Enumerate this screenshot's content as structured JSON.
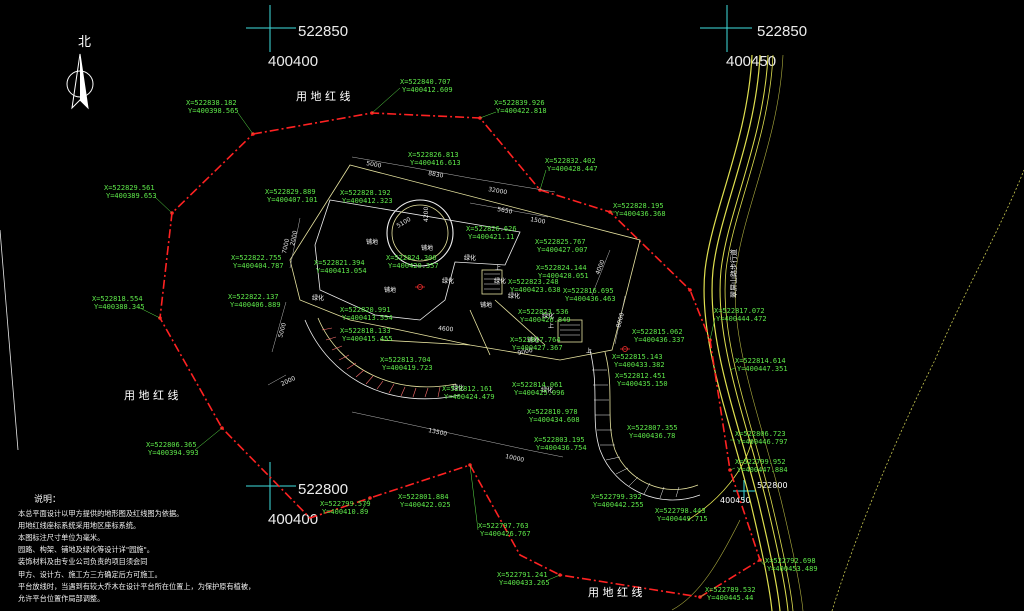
{
  "compass": {
    "label": "北"
  },
  "grid_marks": [
    {
      "x_value": "522850",
      "y_value": "400400"
    },
    {
      "x_value": "522850",
      "y_value": "400450"
    },
    {
      "x_value": "522800",
      "y_value": "400400"
    }
  ],
  "small_grid_marks": [
    {
      "x_value": "522800",
      "y_value": "400450"
    }
  ],
  "boundary_labels": [
    "用 地 红 线",
    "用 地 红 线",
    "用 地 红 线"
  ],
  "road_label": "翠屏山路步行道",
  "boundary_points": [
    {
      "x": "X=522840.707",
      "y": "Y=400412.609"
    },
    {
      "x": "X=522838.182",
      "y": "Y=400398.565"
    },
    {
      "x": "X=522839.926",
      "y": "Y=400422.818"
    },
    {
      "x": "X=522832.402",
      "y": "Y=400428.447"
    },
    {
      "x": "X=522829.561",
      "y": "Y=400389.653"
    },
    {
      "x": "X=522828.195",
      "y": "Y=400436.368"
    },
    {
      "x": "X=522818.554",
      "y": "Y=400388.345"
    },
    {
      "x": "X=522817.072",
      "y": "Y=400444.472"
    },
    {
      "x": "X=522814.614",
      "y": "Y=400447.351"
    },
    {
      "x": "X=522806.365",
      "y": "Y=400394.993"
    },
    {
      "x": "X=522806.723",
      "y": "Y=400446.797"
    },
    {
      "x": "X=522799.952",
      "y": "Y=400447.884"
    },
    {
      "x": "X=522799.579",
      "y": "Y=400410.89"
    },
    {
      "x": "X=522797.763",
      "y": "Y=400426.767"
    },
    {
      "x": "X=522792.698",
      "y": "Y=400453.489"
    },
    {
      "x": "X=522791.241",
      "y": "Y=400433.265"
    },
    {
      "x": "X=522789.532",
      "y": "Y=400445.44"
    }
  ],
  "feature_points": [
    {
      "x": "X=522826.813",
      "y": "Y=400416.613"
    },
    {
      "x": "X=522829.889",
      "y": "Y=400407.101"
    },
    {
      "x": "X=522828.192",
      "y": "Y=400412.323"
    },
    {
      "x": "X=522826.626",
      "y": "Y=400421.11"
    },
    {
      "x": "X=522825.767",
      "y": "Y=400427.007"
    },
    {
      "x": "X=522824.144",
      "y": "Y=400428.051"
    },
    {
      "x": "X=522822.755",
      "y": "Y=400404.787"
    },
    {
      "x": "X=522821.394",
      "y": "Y=400413.054"
    },
    {
      "x": "X=522824.306",
      "y": "Y=400420.357"
    },
    {
      "x": "X=522823.248",
      "y": "Y=400423.638"
    },
    {
      "x": "X=522822.137",
      "y": "Y=400406.889"
    },
    {
      "x": "X=522816.695",
      "y": "Y=400436.463"
    },
    {
      "x": "X=522820.991",
      "y": "Y=400413.554"
    },
    {
      "x": "X=522823.536",
      "y": "Y=400426.849"
    },
    {
      "x": "X=522818.133",
      "y": "Y=400415.455"
    },
    {
      "x": "X=522817.764",
      "y": "Y=400427.367"
    },
    {
      "x": "X=522815.062",
      "y": "Y=400436.337"
    },
    {
      "x": "X=522813.704",
      "y": "Y=400419.723"
    },
    {
      "x": "X=522815.143",
      "y": "Y=400433.382"
    },
    {
      "x": "X=522812.451",
      "y": "Y=400435.150"
    },
    {
      "x": "X=522812.161",
      "y": "Y=400424.479"
    },
    {
      "x": "X=522814.061",
      "y": "Y=400425.096"
    },
    {
      "x": "X=522810.978",
      "y": "Y=400434.608"
    },
    {
      "x": "X=522807.355",
      "y": "Y=400436.78"
    },
    {
      "x": "X=522803.195",
      "y": "Y=400436.754"
    },
    {
      "x": "X=522801.884",
      "y": "Y=400422.025"
    },
    {
      "x": "X=522799.392",
      "y": "Y=400442.255"
    },
    {
      "x": "X=522798.443",
      "y": "Y=400449.715"
    }
  ],
  "dimensions": [
    "5000",
    "8830",
    "32000",
    "5650",
    "1500",
    "2000",
    "7000",
    "4200",
    "5100",
    "4600",
    "9000",
    "13500",
    "10000",
    "2000",
    "5000",
    "4000",
    "8000"
  ],
  "plan_labels": [
    "铺地",
    "铺地",
    "铺地",
    "铺地",
    "铺地",
    "绿化",
    "绿化",
    "绿化",
    "绿化",
    "绿化",
    "绿化",
    "绿化",
    "绿化",
    "上",
    "上",
    "上"
  ],
  "notes": {
    "title": "说明：",
    "lines": [
      "本总平面设计以甲方提供的地形图及红线图为依据。",
      "用地红线座标系统采用地区座标系统。",
      "本图标注尺寸单位为毫米。",
      "园路、构架、铺地及绿化等设计详\"园施\"。",
      "装饰材料及由专业公司负责的项目须会同",
      "甲方、设计方、施工方三方确定后方可施工。",
      "平台放线时，当遇到有较大乔木在设计平台所在位置上，为保护原有植被，",
      "允许平台位置作局部调整。"
    ]
  },
  "colors": {
    "background": "#000000",
    "boundary": "#ff2222",
    "coord_label": "#5ee84a",
    "plan_line": "#e8e4a0",
    "road_line": "#e0e050",
    "grid": "#3fe0e0"
  }
}
